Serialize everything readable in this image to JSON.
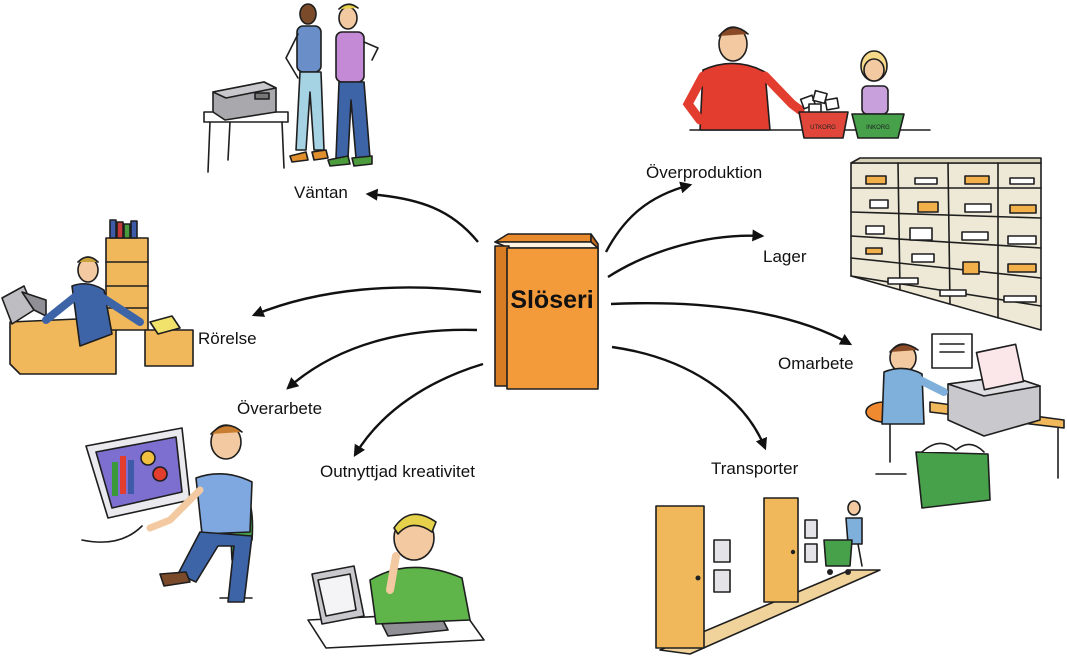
{
  "center": {
    "title": "Slöseri"
  },
  "labels": {
    "vantan": "Väntan",
    "overproduktion": "Överproduktion",
    "lager": "Lager",
    "rorelse": "Rörelse",
    "omarbete": "Omarbete",
    "overarbete": "Överarbete",
    "outnyttjad": "Outnyttjad kreativitet",
    "transporter": "Transporter"
  },
  "trays": {
    "out": "UTKORG",
    "in": "INKORG"
  },
  "colors": {
    "book": "#f39a3a",
    "book_dark": "#d77c22",
    "bin_red": "#e0473a",
    "bin_green": "#46a14a"
  }
}
